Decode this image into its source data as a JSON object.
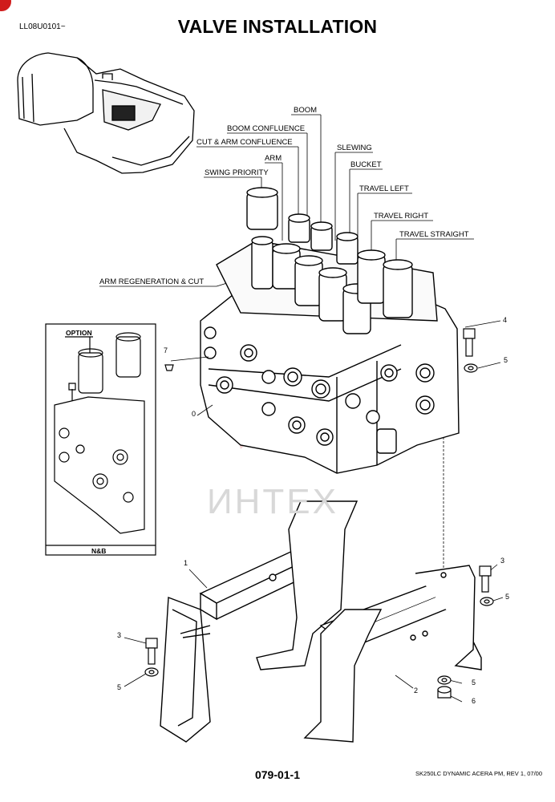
{
  "header": {
    "model_code": "LL08U0101~",
    "title": "VALVE INSTALLATION"
  },
  "callouts": {
    "boom": "BOOM",
    "boom_confluence": "BOOM CONFLUENCE",
    "cut_arm_confluence": "CUT & ARM CONFLUENCE",
    "slewing": "SLEWING",
    "arm": "ARM",
    "bucket": "BUCKET",
    "swing_priority": "SWING PRIORITY",
    "travel_left": "TRAVEL LEFT",
    "travel_right": "TRAVEL RIGHT",
    "travel_straight": "TRAVEL STRAIGHT",
    "arm_regeneration_cut": "ARM REGENERATION & CUT"
  },
  "inset": {
    "top_label": "OPTION",
    "bottom_label": "N&B"
  },
  "part_numbers": {
    "p0": "0",
    "p1": "1",
    "p2": "2",
    "p3a": "3",
    "p3b": "3",
    "p4": "4",
    "p5a": "5",
    "p5b": "5",
    "p5c": "5",
    "p5d": "5",
    "p6": "6",
    "p7": "7"
  },
  "watermark": "ИНТЕХ",
  "footer": {
    "page_number": "079-01-1",
    "doc_ref": "SK250LC DYNAMIC ACERA PM, REV 1, 07/00"
  },
  "colors": {
    "watermark_red": "#e8a0a0",
    "corner_mark": "#d01c1c"
  }
}
